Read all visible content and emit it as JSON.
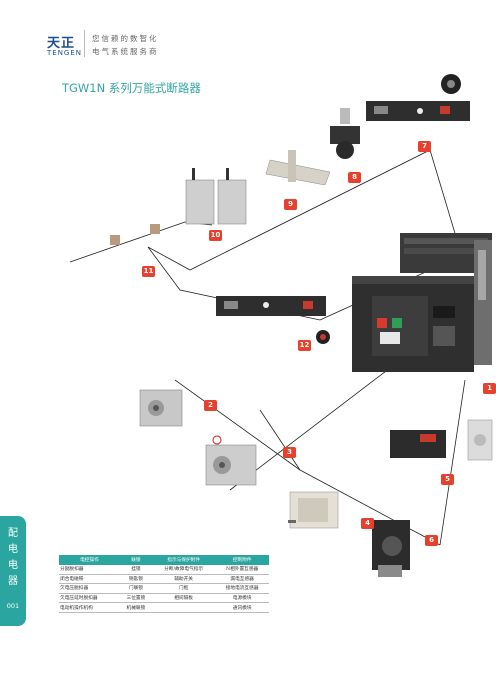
{
  "brand": {
    "name_cn": "天正",
    "name_en": "TENGEN",
    "slogan_line1": "您信赖的数智化",
    "slogan_line2": "电气系统服务商"
  },
  "title": "TGW1N 系列万能式断路器",
  "callouts": [
    "1",
    "2",
    "3",
    "4",
    "5",
    "6",
    "7",
    "8",
    "9",
    "10",
    "11",
    "12"
  ],
  "sidebar": {
    "chars": [
      "配",
      "电",
      "电",
      "器"
    ],
    "page_number": "001"
  },
  "legend_table": {
    "headers": [
      "电控操作",
      "联锁",
      "指示与保护附件",
      "控制附件"
    ],
    "rows": [
      [
        "分励脱扣器",
        "挂锁",
        "分断/故障电气指示",
        "N相外置互感器"
      ],
      [
        "闭合电磁铁",
        "钥匙锁",
        "辅助开关",
        "漏电互感器"
      ],
      [
        "欠电压脱扣器",
        "门联锁",
        "门框",
        "接地电流互感器"
      ],
      [
        "欠电压延时脱扣器",
        "三位置锁",
        "相间隔板",
        "电源模块"
      ],
      [
        "电动机操作机构",
        "机械联锁",
        "",
        "通讯模块"
      ]
    ]
  },
  "colors": {
    "accent": "#2aa5a0",
    "title": "#33a6a6",
    "badge": "#e5412d",
    "brand": "#1d4f8f"
  }
}
